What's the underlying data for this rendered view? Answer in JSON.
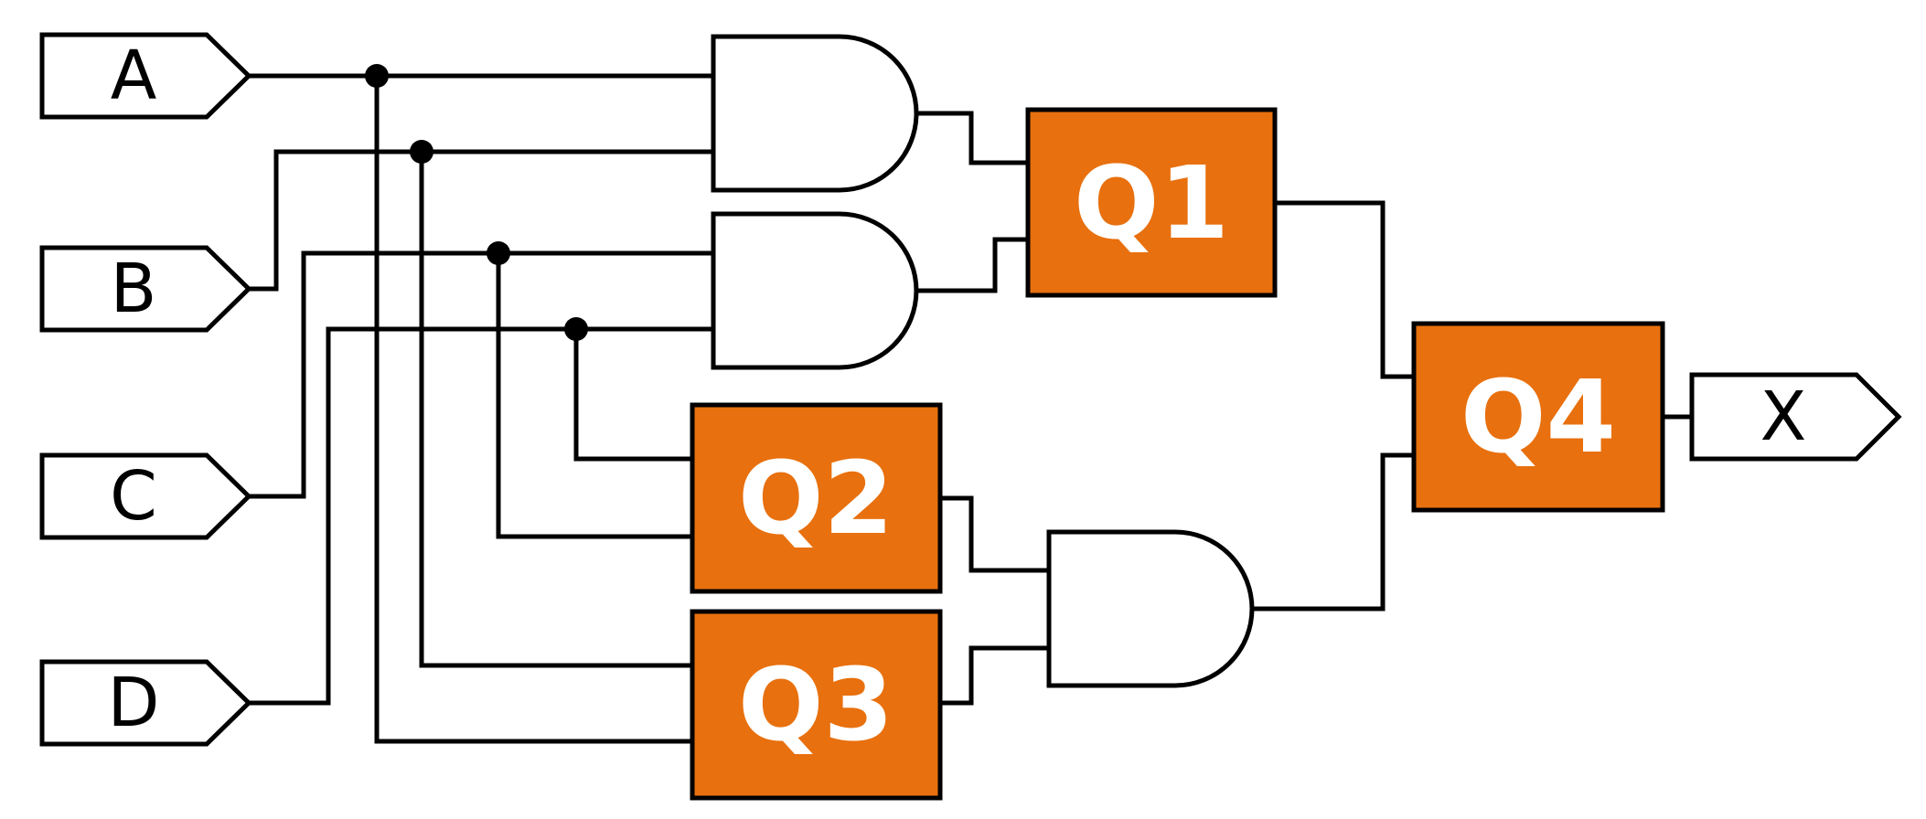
{
  "inputs": {
    "a": "A",
    "b": "B",
    "c": "C",
    "d": "D"
  },
  "output": {
    "x": "X"
  },
  "blocks": {
    "q1": "Q1",
    "q2": "Q2",
    "q3": "Q3",
    "q4": "Q4"
  },
  "colors": {
    "block_fill": "#E8700E",
    "wire": "#000000",
    "background": "#FFFFFF"
  }
}
